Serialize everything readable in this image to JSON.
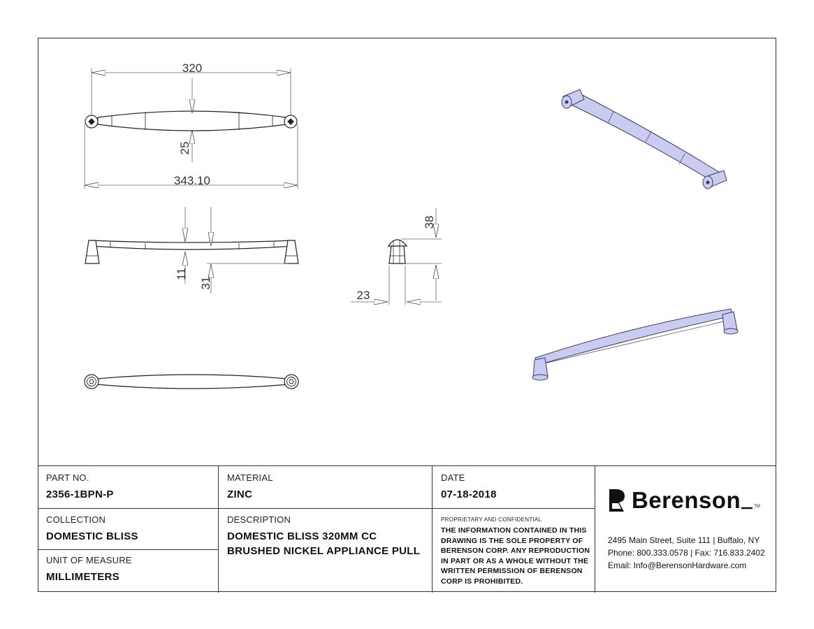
{
  "dimensions": {
    "d320": "320",
    "d343": "343.10",
    "d25": "25",
    "d11": "11",
    "d31": "31",
    "d38": "38",
    "d23": "23"
  },
  "title_block": {
    "part_no_label": "PART NO.",
    "part_no": "2356-1BPN-P",
    "material_label": "MATERIAL",
    "material": "ZINC",
    "date_label": "DATE",
    "date": "07-18-2018",
    "collection_label": "COLLECTION",
    "collection": "DOMESTIC BLISS",
    "description_label": "DESCRIPTION",
    "description": "DOMESTIC BLISS 320MM CC BRUSHED NICKEL APPLIANCE PULL",
    "unit_label": "UNIT OF MEASURE",
    "unit": "MILLIMETERS",
    "confidential_heading": "PROPRIETARY AND CONFIDENTIAL",
    "confidential_text": "THE INFORMATION CONTAINED IN THIS DRAWING IS THE SOLE PROPERTY OF BERENSON CORP. ANY REPRODUCTION IN PART OR AS A WHOLE WITHOUT THE WRITTEN PERMISSION OF BERENSON CORP IS PROHIBITED."
  },
  "company": {
    "name": "Berenson",
    "trademark": "TM",
    "address": "2495 Main Street, Suite 111 | Buffalo, NY",
    "phone": "Phone: 800.333.0578 | Fax: 716.833.2402",
    "email": "Email: Info@BerensonHardware.com"
  },
  "colors": {
    "line": "#333333",
    "render_fill": "#c9cbf0",
    "render_stroke": "#3a3d5e",
    "brand": "#111111"
  }
}
